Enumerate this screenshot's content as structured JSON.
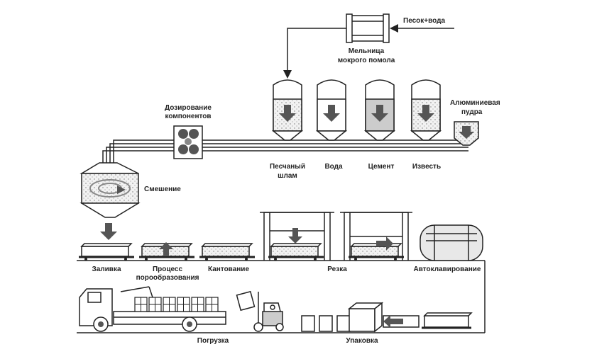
{
  "labels": {
    "input": "Песок+вода",
    "mill_1": "Мельница",
    "mill_2": "мокрого помола",
    "dosing_1": "Дозирование",
    "dosing_2": "компонентов",
    "aluminum_1": "Алюминиевая",
    "aluminum_2": "пудра",
    "sand_slurry_1": "Песчаный",
    "sand_slurry_2": "шлам",
    "water": "Вода",
    "cement": "Цемент",
    "lime": "Известь",
    "mixing": "Смешение",
    "pouring": "Заливка",
    "pore_1": "Процесс",
    "pore_2": "порообразования",
    "tilting": "Кантование",
    "cutting": "Резка",
    "autoclaving": "Автоклавирование",
    "loading": "Погрузка",
    "packing": "Упаковка"
  },
  "colors": {
    "line": "#222222",
    "arrow": "#555555",
    "fill_grey": "#bbbbbb"
  }
}
